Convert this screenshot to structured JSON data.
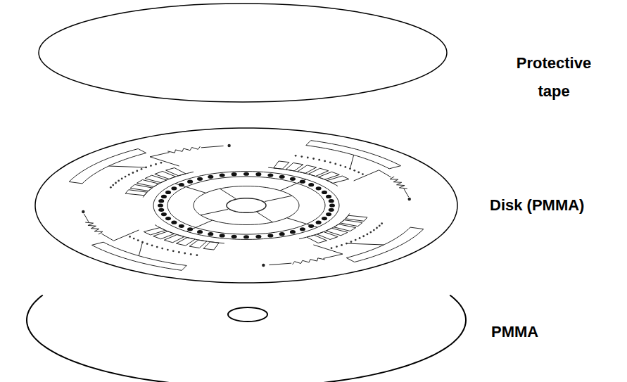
{
  "diagram": {
    "labels": [
      "Protective tape",
      "Disk (PMMA)",
      "PMMA"
    ]
  }
}
